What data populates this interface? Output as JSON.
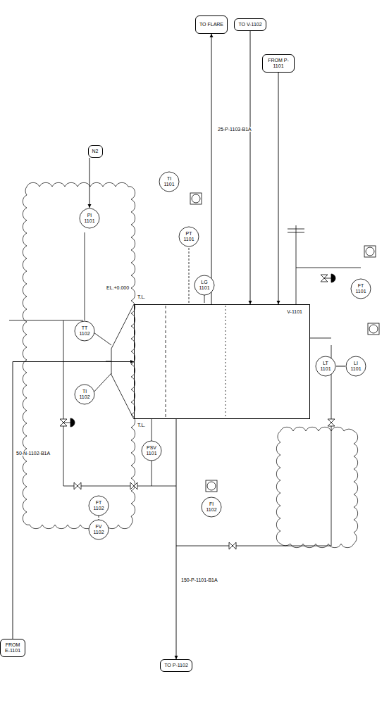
{
  "diagram": {
    "nodes": [
      {
        "text": [
          "V-1101"
        ]
      },
      {
        "text": [
          "TO FLARE"
        ]
      },
      {
        "text": [
          "TO V-1102"
        ]
      },
      {
        "text": [
          "FROM P-1101"
        ]
      },
      {
        "text": [
          "N2"
        ]
      },
      {
        "text": [
          "TO P-1102"
        ]
      },
      {
        "text": [
          "FROM E-1101"
        ]
      },
      {
        "text": [
          "PI",
          "1101"
        ]
      },
      {
        "text": [
          "TI",
          "1101"
        ]
      },
      {
        "text": [
          "PT",
          "1101"
        ]
      },
      {
        "text": [
          "LG",
          "1101"
        ]
      },
      {
        "text": [
          "LT",
          "1101"
        ]
      },
      {
        "text": [
          "LI",
          "1101"
        ]
      },
      {
        "text": [
          "FT",
          "1101"
        ]
      },
      {
        "text": [
          "TT",
          "1102"
        ]
      },
      {
        "text": [
          "TI",
          "1102"
        ]
      },
      {
        "text": [
          "PSV",
          "1101"
        ]
      },
      {
        "text": [
          "FI",
          "1102"
        ]
      },
      {
        "text": [
          "FT",
          "1102"
        ]
      },
      {
        "text": [
          "FV",
          "1102"
        ]
      }
    ],
    "edges": [
      {
        "from": 0,
        "to": 1,
        "arrow": "to"
      },
      {
        "from": 2,
        "to": 0,
        "arrow": "to"
      },
      {
        "from": 3,
        "to": 0,
        "arrow": "to"
      },
      {
        "from": 0,
        "to": 5,
        "arrow": "to"
      },
      {
        "from": 6,
        "to": 0,
        "arrow": "to"
      },
      {
        "from": 4,
        "to": 7,
        "arrow": "to"
      },
      {
        "from": 11,
        "to": 12,
        "arrow": "none"
      }
    ],
    "labels": [
      "150-P-1101-B1A",
      "50-N-1102-B1A",
      "25-P-1103-B1A",
      "EL.+0.000",
      "T.L.",
      "T.L."
    ]
  }
}
